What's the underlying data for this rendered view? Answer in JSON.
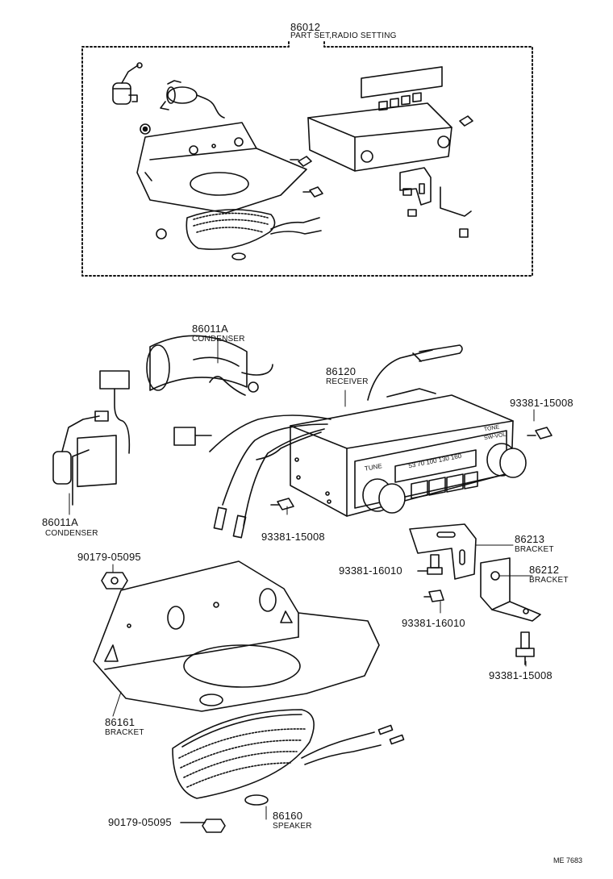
{
  "header": {
    "set_number": "86012",
    "set_name": "PART SET,RADIO SETTING"
  },
  "parts": {
    "condenser_top": {
      "number": "86011A",
      "name": "CONDENSER"
    },
    "condenser_left": {
      "number": "86011A",
      "name": "CONDENSER"
    },
    "receiver": {
      "number": "86120",
      "name": "RECEIVER"
    },
    "bolt_receiver_right": {
      "number": "93381-15008"
    },
    "bolt_receiver_under": {
      "number": "93381-15008"
    },
    "bracket_86213": {
      "number": "86213",
      "name": "BRACKET"
    },
    "bracket_86212": {
      "number": "86212",
      "name": "BRACKET"
    },
    "bolt_16010_a": {
      "number": "93381-16010"
    },
    "bolt_16010_b": {
      "number": "93381-16010"
    },
    "bolt_15008_bottom": {
      "number": "93381-15008"
    },
    "nut_top": {
      "number": "90179-05095"
    },
    "nut_bottom": {
      "number": "90179-05095"
    },
    "bracket_86161": {
      "number": "86161",
      "name": "BRACKET"
    },
    "speaker": {
      "number": "86160",
      "name": "SPEAKER"
    }
  },
  "radio_face": {
    "tune_left": "TUNE",
    "tune_right": "TONE",
    "switch_vol": "SW-VOL",
    "dial_marks": "53  70  100 130 160"
  },
  "footer": {
    "reference": "ME 7683"
  }
}
